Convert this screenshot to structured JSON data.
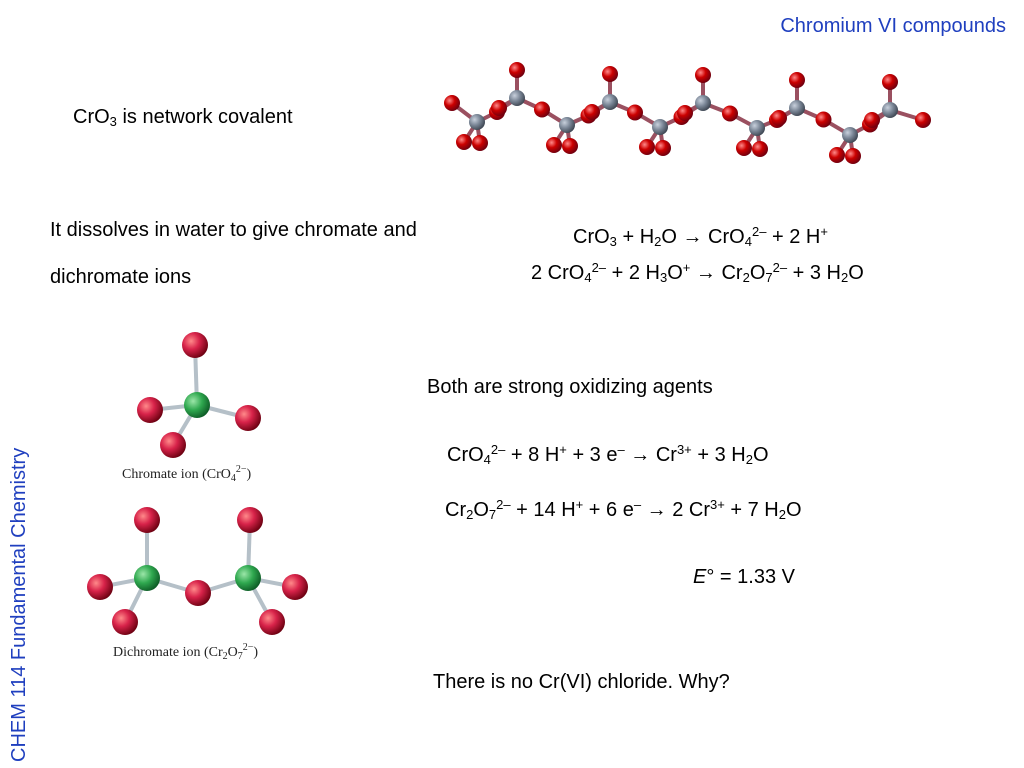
{
  "slide": {
    "title": "Chromium VI compounds",
    "side_label": "CHEM 114 Fundamental Chemistry",
    "line_network": [
      {
        "t": "CrO"
      },
      {
        "t": "3",
        "v": "sub"
      },
      {
        "t": " is network covalent"
      }
    ],
    "line_dissolves_1": [
      {
        "t": "It dissolves in water to give chromate and"
      }
    ],
    "line_dissolves_2": [
      {
        "t": "dichromate ions"
      }
    ],
    "eq1": [
      {
        "t": "CrO"
      },
      {
        "t": "3",
        "v": "sub"
      },
      {
        "t": " +  H"
      },
      {
        "t": "2",
        "v": "sub"
      },
      {
        "t": "O →  CrO"
      },
      {
        "t": "4",
        "v": "sub"
      },
      {
        "t": "2–",
        "v": "sup"
      },
      {
        "t": " +  2 H"
      },
      {
        "t": "+",
        "v": "sup"
      }
    ],
    "eq2": [
      {
        "t": "2 CrO"
      },
      {
        "t": "4",
        "v": "sub"
      },
      {
        "t": "2–",
        "v": "sup"
      },
      {
        "t": " + 2 H"
      },
      {
        "t": "3",
        "v": "sub"
      },
      {
        "t": "O"
      },
      {
        "t": "+",
        "v": "sup"
      },
      {
        "t": " → Cr"
      },
      {
        "t": "2",
        "v": "sub"
      },
      {
        "t": "O"
      },
      {
        "t": "7",
        "v": "sub"
      },
      {
        "t": "2–",
        "v": "sup"
      },
      {
        "t": " + 3 H"
      },
      {
        "t": "2",
        "v": "sub"
      },
      {
        "t": "O"
      }
    ],
    "line_oxidizing": [
      {
        "t": "Both are strong oxidizing agents"
      }
    ],
    "eq3": [
      {
        "t": "CrO"
      },
      {
        "t": "4",
        "v": "sub"
      },
      {
        "t": "2–",
        "v": "sup"
      },
      {
        "t": " + 8 H"
      },
      {
        "t": "+",
        "v": "sup"
      },
      {
        "t": " + 3 e"
      },
      {
        "t": "–",
        "v": "sup"
      },
      {
        "t": " →  Cr"
      },
      {
        "t": "3+",
        "v": "sup"
      },
      {
        "t": " + 3 H"
      },
      {
        "t": "2",
        "v": "sub"
      },
      {
        "t": "O"
      }
    ],
    "eq4": [
      {
        "t": "Cr"
      },
      {
        "t": "2",
        "v": "sub"
      },
      {
        "t": "O"
      },
      {
        "t": "7",
        "v": "sub"
      },
      {
        "t": "2–",
        "v": "sup"
      },
      {
        "t": " + 14 H"
      },
      {
        "t": "+",
        "v": "sup"
      },
      {
        "t": " + 6 e"
      },
      {
        "t": "–",
        "v": "sup"
      },
      {
        "t": " → 2 Cr"
      },
      {
        "t": "3+",
        "v": "sup"
      },
      {
        "t": " + 7 H"
      },
      {
        "t": "2",
        "v": "sub"
      },
      {
        "t": "O"
      }
    ],
    "potential": [
      {
        "t": "E",
        "v": "i"
      },
      {
        "t": "° = 1.33 V"
      }
    ],
    "question": [
      {
        "t": "There is no Cr(VI) chloride. Why?"
      }
    ],
    "caption_chromate": [
      {
        "t": "Chromate ion (CrO"
      },
      {
        "t": "4",
        "v": "sub"
      },
      {
        "t": "2−",
        "v": "sup"
      },
      {
        "t": ")"
      }
    ],
    "caption_dichromate": [
      {
        "t": "Dichromate ion (Cr"
      },
      {
        "t": "2",
        "v": "sub"
      },
      {
        "t": "O"
      },
      {
        "t": "7",
        "v": "sub"
      },
      {
        "t": "2−",
        "v": "sup"
      },
      {
        "t": ")"
      }
    ]
  },
  "colors": {
    "title_blue": "#1f3fbf",
    "oxygen_chain": "#cc0000",
    "chromium_chain": "#7a8696",
    "oxygen_ion": "#d8234a",
    "chromium_ion": "#2fa84f",
    "bond": "#b5c0c8"
  }
}
